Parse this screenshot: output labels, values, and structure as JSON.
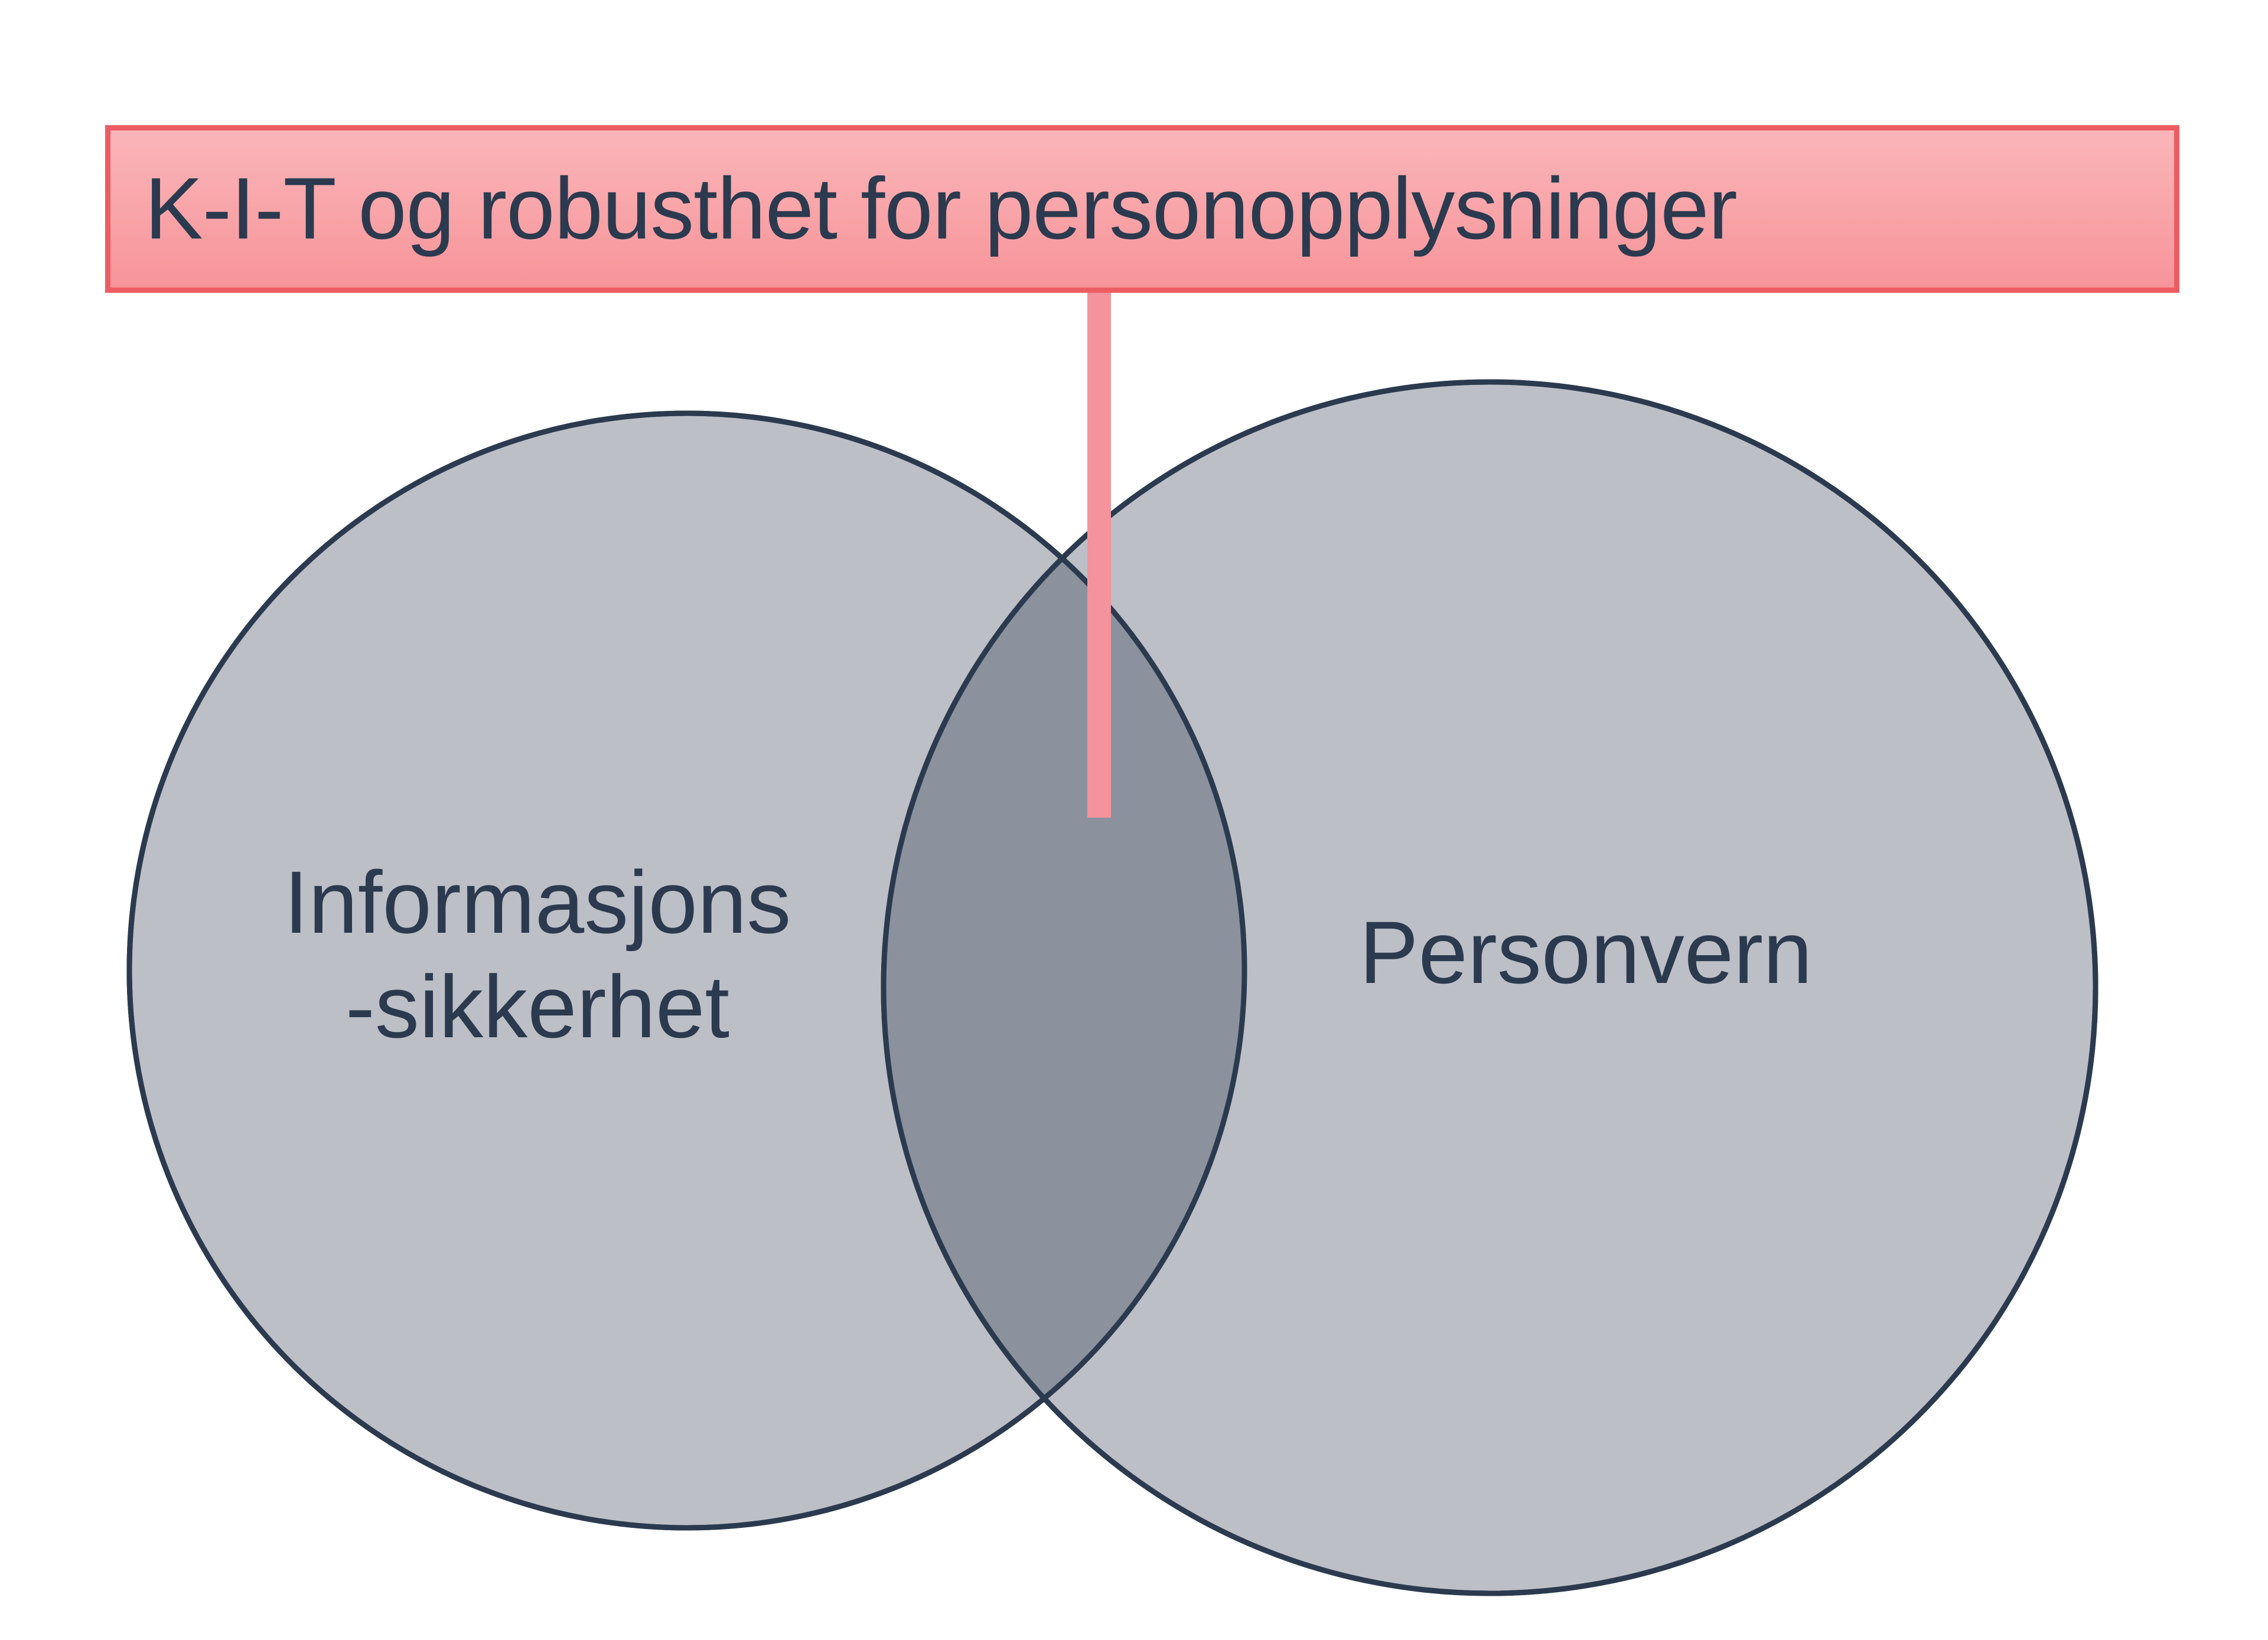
{
  "diagram": {
    "type": "venn",
    "title_banner": {
      "text": "K-I-T og robusthet for personopplysninger",
      "fill_top": "#fab6b9",
      "fill_bottom": "#f79499",
      "border_color": "#ec5d63",
      "text_color": "#2b3a4e"
    },
    "connector": {
      "color": "#f4939c",
      "points_to": "intersection"
    },
    "sets": [
      {
        "id": "informasjonssikkerhet",
        "label": "Informasjons\n-sikkerhet",
        "label_line_1": "Informasjons",
        "label_line_2": "-sikkerhet",
        "fill": "#bcbfc6",
        "stroke": "#2b3a4e"
      },
      {
        "id": "personvern",
        "label": "Personvern",
        "label_line_1": "Personvern",
        "fill": "#bcbfc6",
        "stroke": "#2b3a4e"
      }
    ],
    "intersection": {
      "fill": "#8b929e",
      "label": ""
    },
    "background": "#ffffff"
  }
}
